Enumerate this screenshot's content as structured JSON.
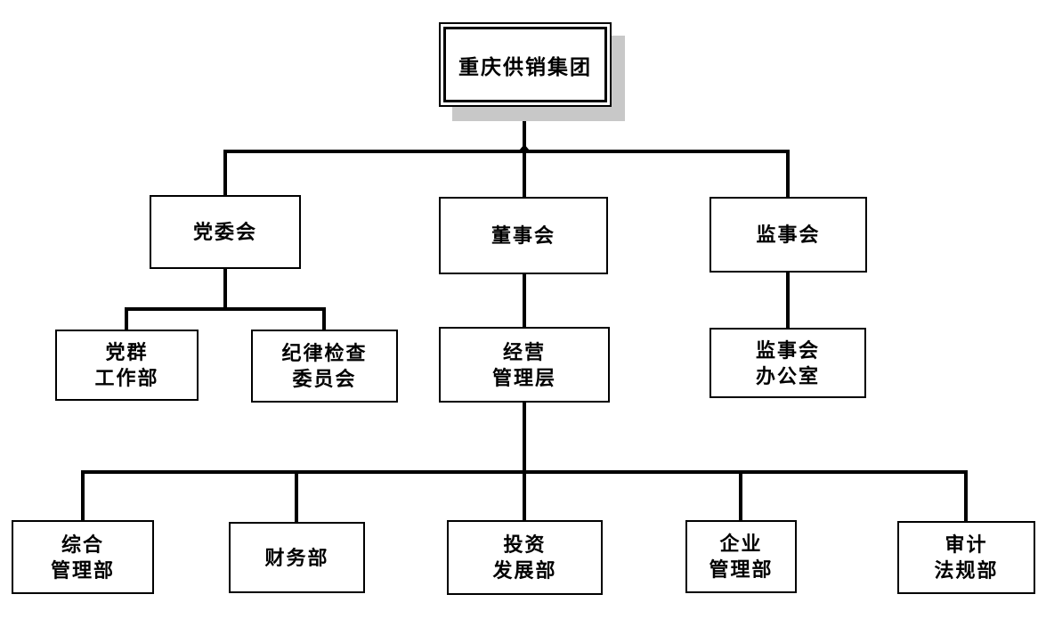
{
  "diagram": {
    "type": "org_chart",
    "nodes": {
      "root": {
        "label": "重庆供销集团",
        "children": [
          "party_committee",
          "board_of_directors",
          "supervisory_board"
        ]
      },
      "party_committee": {
        "label": "党委会",
        "children": [
          "party_mass_work",
          "discipline_inspection"
        ]
      },
      "board_of_directors": {
        "label": "董事会",
        "children": [
          "operating_management"
        ]
      },
      "supervisory_board": {
        "label": "监事会",
        "children": [
          "supervisory_board_office"
        ]
      },
      "party_mass_work": {
        "label": "党群工作部",
        "lines": [
          "党群",
          "工作部"
        ]
      },
      "discipline_inspection": {
        "label": "纪律检查委员会",
        "lines": [
          "纪律检查",
          "委员会"
        ]
      },
      "operating_management": {
        "label": "经营管理层",
        "lines": [
          "经营",
          "管理层"
        ],
        "children": [
          "general_management",
          "finance",
          "investment_development",
          "enterprise_management",
          "audit_legal"
        ]
      },
      "supervisory_board_office": {
        "label": "监事会办公室",
        "lines": [
          "监事会",
          "办公室"
        ]
      },
      "general_management": {
        "label": "综合管理部",
        "lines": [
          "综合",
          "管理部"
        ]
      },
      "finance": {
        "label": "财务部"
      },
      "investment_development": {
        "label": "投资发展部",
        "lines": [
          "投资",
          "发展部"
        ]
      },
      "enterprise_management": {
        "label": "企业管理部",
        "lines": [
          "企业",
          "管理部"
        ]
      },
      "audit_legal": {
        "label": "审计法规部",
        "lines": [
          "审计",
          "法规部"
        ]
      }
    },
    "colors": {
      "line": "#000000",
      "box_border": "#000000",
      "box_bg": "#ffffff",
      "text": "#000000",
      "root_shadow": "#c8c8c8",
      "background": "#ffffff"
    }
  }
}
